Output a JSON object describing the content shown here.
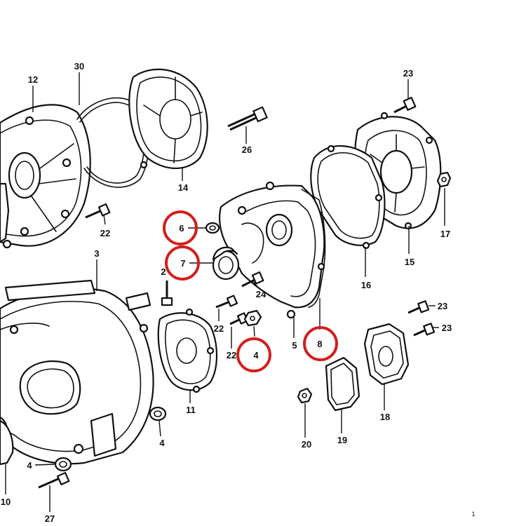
{
  "labels": {
    "l12": "12",
    "l30": "30",
    "l14": "14",
    "l23a": "23",
    "l26": "26",
    "l17": "17",
    "l22a": "22",
    "l6": "6",
    "l7": "7",
    "l2": "2",
    "l24": "24",
    "l15": "15",
    "l16": "16",
    "l3": "3",
    "l22b": "22",
    "l22c": "22",
    "l5": "5",
    "l8": "8",
    "l4a": "4",
    "l23b": "23",
    "l23c": "23",
    "l11": "11",
    "l18": "18",
    "l4b": "4",
    "l19": "19",
    "l20": "20",
    "l4c": "4",
    "l10": "10",
    "l27": "27",
    "l1": "1"
  },
  "highlight_color": "#d0201e",
  "line_color": "#111111"
}
